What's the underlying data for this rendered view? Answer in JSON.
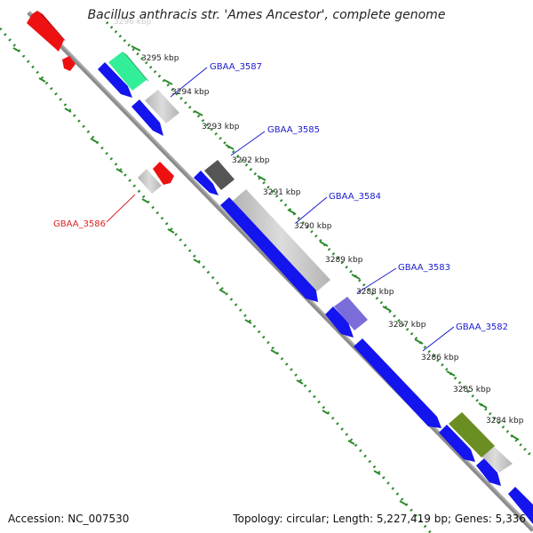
{
  "title": "Bacillus anthracis str. 'Ames Ancestor', complete genome",
  "footer": {
    "accession_label": "Accession:",
    "accession": "NC_007530",
    "topology_label": "Topology:",
    "topology": "circular",
    "length_label": "Length:",
    "length": "5,227,419 bp",
    "genes_label": "Genes:",
    "genes": "5,336"
  },
  "ruler": {
    "ticks": [
      "3296 kbp",
      "3295 kbp",
      "3294 kbp",
      "3293 kbp",
      "3292 kbp",
      "3291 kbp",
      "3290 kbp",
      "3289 kbp",
      "3288 kbp",
      "3287 kbp",
      "3286 kbp",
      "3285 kbp",
      "3284 kbp"
    ]
  },
  "gene_labels": {
    "g3587": "GBAA_3587",
    "g3585": "GBAA_3585",
    "g3584": "GBAA_3584",
    "g3583": "GBAA_3583",
    "g3582": "GBAA_3582",
    "g3586": "GBAA_3586"
  },
  "colors": {
    "backbone": "#8c8c8c",
    "ruler_dots": "#2e8b2e",
    "cds": "#1414ee",
    "label_plus": "#1a1acc",
    "label_minus": "#dd2222",
    "feature_red": "#ee1111",
    "feature_green": "#33ee99",
    "feature_grey": "#c8c8c8",
    "feature_dark": "#555555",
    "feature_purple": "#7a6cd9",
    "feature_olive": "#6b8e23"
  }
}
